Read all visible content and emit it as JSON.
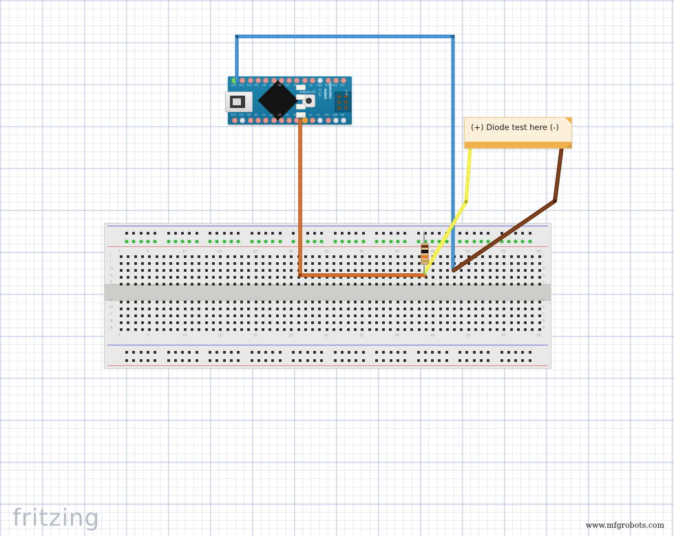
{
  "app": {
    "tool_name": "fritzing",
    "watermark": "www.mfgrobots.com",
    "view": "breadboard",
    "canvas_grid": true
  },
  "colors": {
    "canvas_background": "#ffffff",
    "grid_line": "#b6c0d9",
    "board_pcb": "#1b7fa8",
    "wire_blue": "#2b7ec1",
    "wire_orange": "#c55a1a",
    "wire_yellow": "#f2ec2a",
    "wire_brown": "#6b3414",
    "note_fill": "#fdf0db",
    "note_bar": "#f0b04b",
    "breadboard_body": "#e9e9e9",
    "rail_positive": "#d98a8a",
    "rail_negative": "#6a6fd0",
    "hole_default": "#2b2b2b",
    "hole_connected": "#2db82d"
  },
  "note": {
    "text": "(+) Diode test here (-)"
  },
  "board": {
    "name": "Arduino Nano (Rev3)",
    "silkscreen": {
      "logo": "ARDUINO",
      "model": "NANO",
      "revision": "V 3.0",
      "chip_label": "Arduino-CC",
      "icsp_label": "ICSP"
    },
    "pins_top": [
      "D12",
      "D11",
      "D10",
      "D9",
      "D8",
      "D7",
      "D6",
      "D5",
      "D4",
      "D3",
      "D2",
      "GND",
      "RST",
      "RX0",
      "TX1"
    ],
    "pins_bottom": [
      "D13",
      "3V3",
      "REF",
      "A0",
      "A1",
      "A2",
      "A3",
      "A4",
      "A5",
      "A6",
      "A7",
      "5V",
      "RST",
      "GND",
      "VIN"
    ],
    "highlighted_pins": [
      "D12",
      "A6"
    ]
  },
  "breadboard": {
    "name": "Full+ breadboard",
    "column_numbers": [
      1,
      5,
      10,
      15,
      20,
      25,
      30,
      35,
      40,
      45,
      50,
      55,
      60
    ],
    "row_letters_top": [
      "J",
      "I",
      "H",
      "G",
      "F"
    ],
    "row_letters_bottom": [
      "E",
      "D",
      "C",
      "B",
      "A"
    ],
    "columns": 60,
    "power_rails": [
      "+",
      "-"
    ]
  },
  "components": [
    {
      "type": "resistor",
      "name": "resistor-r1",
      "bands": [
        "brown",
        "black",
        "orange",
        "gold"
      ],
      "orientation": "vertical"
    }
  ],
  "wires": [
    {
      "name": "wire-blue",
      "color": "#2b7ec1",
      "from": "Nano D12",
      "to": "breadboard row"
    },
    {
      "name": "wire-orange",
      "color": "#c55a1a",
      "from": "Nano A6",
      "to": "breadboard row"
    },
    {
      "name": "wire-yellow",
      "color": "#f2ec2a",
      "from": "note (+)",
      "to": "breadboard row"
    },
    {
      "name": "wire-brown",
      "color": "#6b3414",
      "from": "note (-)",
      "to": "breadboard row"
    }
  ]
}
